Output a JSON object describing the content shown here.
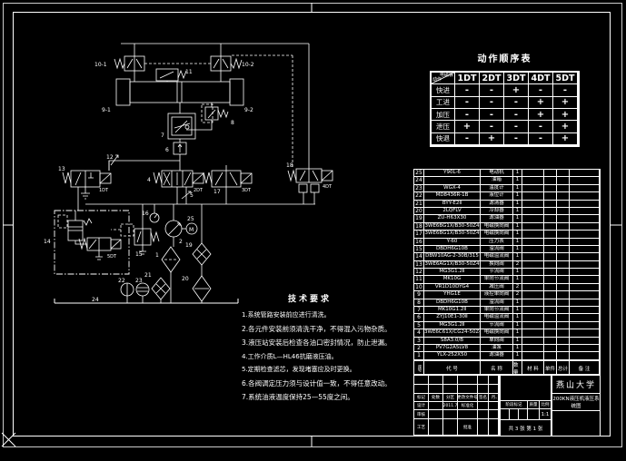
{
  "action_table": {
    "title": "动作顺序表",
    "corner_top": "电磁铁",
    "corner_bottom": "动作",
    "columns": [
      "1DT",
      "2DT",
      "3DT",
      "4DT",
      "5DT"
    ],
    "rows": [
      {
        "label": "快进",
        "values": [
          "-",
          "-",
          "+",
          "-",
          "-"
        ]
      },
      {
        "label": "工进",
        "values": [
          "-",
          "-",
          "-",
          "+",
          "+"
        ]
      },
      {
        "label": "加压",
        "values": [
          "-",
          "-",
          "-",
          "+",
          "+"
        ]
      },
      {
        "label": "泄压",
        "values": [
          "+",
          "-",
          "-",
          "-",
          "+"
        ]
      },
      {
        "label": "快退",
        "values": [
          "-",
          "+",
          "-",
          "-",
          "+"
        ]
      }
    ]
  },
  "bom": {
    "headers": [
      "序号",
      "代  号",
      "名  称",
      "数量",
      "材 料",
      "单件",
      "总计",
      "备 注"
    ],
    "rows": [
      [
        "25",
        "Y90L-6",
        "电动机",
        "1"
      ],
      [
        "24",
        "",
        "油箱",
        "1"
      ],
      [
        "23",
        "WGX-4",
        "温度计",
        "1"
      ],
      [
        "22",
        "MD8436R-1B",
        "液位计",
        "1"
      ],
      [
        "21",
        "BYY-E2Ⅱ",
        "滤清器",
        "1"
      ],
      [
        "20",
        "2LQFLV",
        "冷却器",
        "1"
      ],
      [
        "19",
        "ZU-H63X30",
        "滤油器",
        "1"
      ],
      [
        "18",
        "3WE6BG1X/B30-50Z4",
        "电磁换向阀",
        "1"
      ],
      [
        "17",
        "3WE6BG1X/B30-50Z4",
        "电磁换向阀",
        "1"
      ],
      [
        "16",
        "Y-60",
        "压力表",
        "1"
      ],
      [
        "15",
        "DBDH6G10B",
        "溢流阀",
        "1"
      ],
      [
        "14",
        "DBW10AG-2-30B/315",
        "电磁溢流阀",
        "1"
      ],
      [
        "13",
        "3WE6AG1X/B30-50Z4",
        "换向阀",
        "2"
      ],
      [
        "12",
        "MG3G1.2Ⅱ",
        "节流阀",
        "1"
      ],
      [
        "11",
        "MK10G",
        "单向节流阀",
        "1"
      ],
      [
        "10",
        "VR1D10DYG4",
        "减压阀",
        "2"
      ],
      [
        "9",
        "YHG1E",
        "液控单向阀",
        "2"
      ],
      [
        "8",
        "DBDH6G10B",
        "溢流阀",
        "1"
      ],
      [
        "7",
        "MK10G1.2Ⅱ",
        "单向节流阀",
        "1"
      ],
      [
        "6",
        "ZYJ10E1-30Ⅱ",
        "电磁溢流阀",
        "1"
      ],
      [
        "5",
        "MG3G1.2Ⅱ",
        "节流阀",
        "1"
      ],
      [
        "4",
        "3WE6C61X/CG24-50Z4",
        "电磁换向阀",
        "1"
      ],
      [
        "3",
        "S8A3.0/B",
        "单向阀",
        "1"
      ],
      [
        "2",
        "PV7G2A5LV8",
        "油泵",
        "1"
      ],
      [
        "1",
        "YLX-252X50",
        "滤油器",
        "1"
      ]
    ]
  },
  "tech": {
    "title": "技术要求",
    "items": [
      "1.系统管路安装前应进行清洗。",
      "2.各元件安装前须清洗干净，不得混入污物杂质。",
      "3.液压站安装后检查各油口密封情况，防止泄漏。",
      "4.工作介质L—HL46抗磨液压油。",
      "5.定期检查滤芯，发现堵塞应及时更换。",
      "6.各阀调定压力须与设计值一致，不得任意改动。",
      "7.系统油液温度保持25—55度之间。"
    ]
  },
  "title_block": {
    "change_row": [
      "标记",
      "处数",
      "分区",
      "更改文件号",
      "签名",
      "年、月、日"
    ],
    "design_label": "设计",
    "design_date": "2011.7",
    "standard_label": "标准化",
    "audit_label": "审核",
    "process_label": "工艺",
    "approve_label": "批准",
    "stage_label": "阶段标记",
    "mass_label": "质量",
    "scale_label": "比例",
    "scale_value": "1:1",
    "sheet_text": "共 3 张  第 1 张",
    "university": "燕山大学",
    "drawing_title": "200KN液压机液压系统图"
  },
  "schematic": {
    "labels": {
      "c10_1": "10-1",
      "c10_2": "10-2",
      "c11": "11",
      "c9_1": "9-1",
      "c9_2": "9-2",
      "c8": "8",
      "c7": "7",
      "c6": "6",
      "c12": "12",
      "c13": "13",
      "c4": "4",
      "c5": "5",
      "c17": "17",
      "c18": "18",
      "c16": "16",
      "c2": "2",
      "c25": "25",
      "c14": "14",
      "c15": "15",
      "c1": "1",
      "c19": "19",
      "c20": "20",
      "c21": "21",
      "c22": "22",
      "c23": "23",
      "c24": "24",
      "dt1": "1DT",
      "dt2": "2DT",
      "dt3": "3DT",
      "dt4": "4DT",
      "dt5": "5DT",
      "motor": "M"
    }
  }
}
